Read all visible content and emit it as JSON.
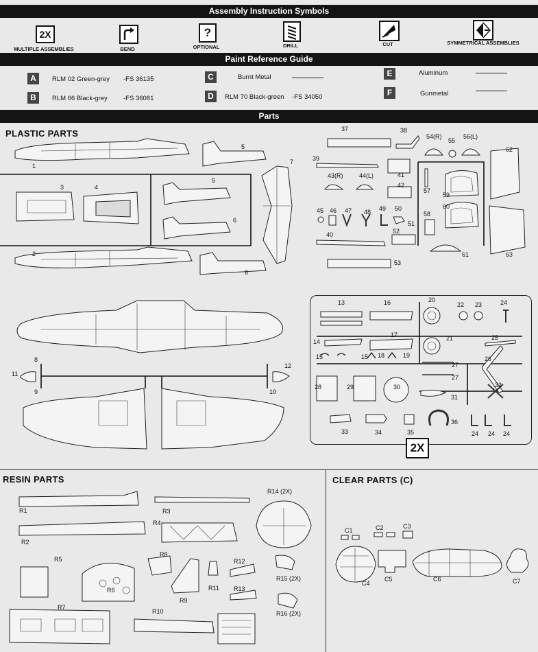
{
  "headers": {
    "symbols": "Assembly Instruction Symbols",
    "paint": "Paint Reference Guide",
    "parts": "Parts"
  },
  "symbols": [
    {
      "icon": "2X",
      "label": "MULTIPLE ASSEMBLIES"
    },
    {
      "icon": "bend-icon",
      "label": "BEND"
    },
    {
      "icon": "?",
      "label": "OPTIONAL"
    },
    {
      "icon": "drill-icon",
      "label": "DRILL"
    },
    {
      "icon": "cut-icon",
      "label": "CUT"
    },
    {
      "icon": "symmetry-icon",
      "label": "SYMMETRICAL ASSEMBLIES"
    }
  ],
  "paints": [
    {
      "code": "A",
      "name": "RLM 02 Green-grey",
      "fs": "-FS 36135"
    },
    {
      "code": "B",
      "name": "RLM 66 Black-grey",
      "fs": "-FS 36081"
    },
    {
      "code": "C",
      "name": "Burnt Metal",
      "fs": ""
    },
    {
      "code": "D",
      "name": "RLM 70 Black-green",
      "fs": "-FS 34050"
    },
    {
      "code": "E",
      "name": "Aluminum",
      "fs": ""
    },
    {
      "code": "F",
      "name": "Gunmetal",
      "fs": ""
    }
  ],
  "sections": {
    "plastic": "PLASTIC PARTS",
    "resin": "RESIN PARTS",
    "clear": "CLEAR PARTS (C)"
  },
  "multi_badge": "2X",
  "plastic_labels": [
    "1",
    "2",
    "3",
    "4",
    "5",
    "5",
    "6",
    "6",
    "7",
    "8",
    "9",
    "10",
    "11",
    "12"
  ],
  "sprue_labels": [
    "37",
    "38",
    "39",
    "40",
    "41",
    "42",
    "43(R)",
    "44(L)",
    "45",
    "46",
    "47",
    "48",
    "49",
    "50",
    "51",
    "52",
    "53",
    "54(R)",
    "55",
    "56(L)",
    "57",
    "58",
    "59",
    "60",
    "61",
    "62",
    "63"
  ],
  "box_labels": [
    "13",
    "14",
    "15",
    "15",
    "16",
    "17",
    "18",
    "19",
    "20",
    "21",
    "22",
    "23",
    "24",
    "25",
    "26",
    "27",
    "27",
    "28",
    "29",
    "30",
    "31",
    "32",
    "33",
    "34",
    "35",
    "36",
    "24",
    "24",
    "24"
  ],
  "resin_labels": [
    "R1",
    "R2",
    "R3",
    "R4",
    "R5",
    "R6",
    "R7",
    "R8",
    "R9",
    "R10",
    "R11",
    "R12",
    "R13",
    "R14 (2X)",
    "R15 (2X)",
    "R16 (2X)"
  ],
  "clear_labels": [
    "C1",
    "C2",
    "C3",
    "C4",
    "C5",
    "C6",
    "C7"
  ],
  "colors": {
    "bar": "#141414",
    "swatch": "#444444",
    "paper": "#e9e9e9"
  }
}
